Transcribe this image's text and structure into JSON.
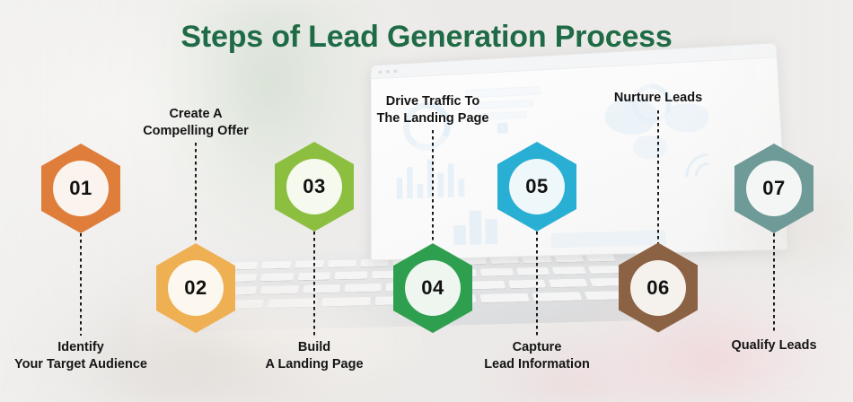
{
  "title": "Steps of Lead Generation Process",
  "colors": {
    "title": "#1F6B46",
    "background": "#F3F2F0",
    "caption": "#141414",
    "number": "#111111",
    "connector": "#1A1A1A"
  },
  "steps": [
    {
      "number": "01",
      "label": "Identify\nYour Target Audience",
      "color": "#DF7E3B",
      "label_position": "below"
    },
    {
      "number": "02",
      "label": "Create A\nCompelling Offer",
      "color": "#EFB053",
      "label_position": "above"
    },
    {
      "number": "03",
      "label": "Build\nA Landing Page",
      "color": "#8CBF3F",
      "label_position": "below"
    },
    {
      "number": "04",
      "label": "Drive Traffic To\nThe Landing Page",
      "color": "#2E9E4F",
      "label_position": "above"
    },
    {
      "number": "05",
      "label": "Capture\nLead Information",
      "color": "#29AFD4",
      "label_position": "below"
    },
    {
      "number": "06",
      "label": "Nurture Leads",
      "color": "#8B6243",
      "label_position": "above"
    },
    {
      "number": "07",
      "label": "Qualify Leads",
      "color": "#6E9A97",
      "label_position": "below"
    }
  ]
}
